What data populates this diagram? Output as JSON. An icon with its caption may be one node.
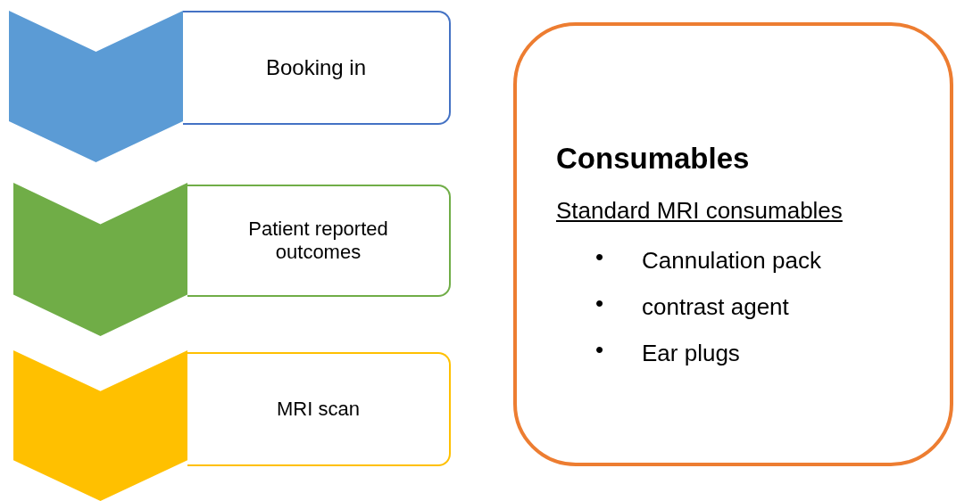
{
  "diagram": {
    "nodes": [
      {
        "text": [],
        "shape": "chevron"
      },
      {
        "text": [
          "Booking in"
        ]
      },
      {
        "text": [],
        "shape": "chevron"
      },
      {
        "text": [
          "Patient reported outcomes"
        ]
      },
      {
        "text": [],
        "shape": "chevron"
      },
      {
        "text": [
          "MRI scan"
        ]
      },
      {
        "text": [
          "Consumables",
          "Standard MRI consumables",
          "Cannulation pack",
          "contrast agent",
          "Ear plugs"
        ]
      }
    ],
    "labels": [
      "•",
      "•",
      "•"
    ]
  }
}
